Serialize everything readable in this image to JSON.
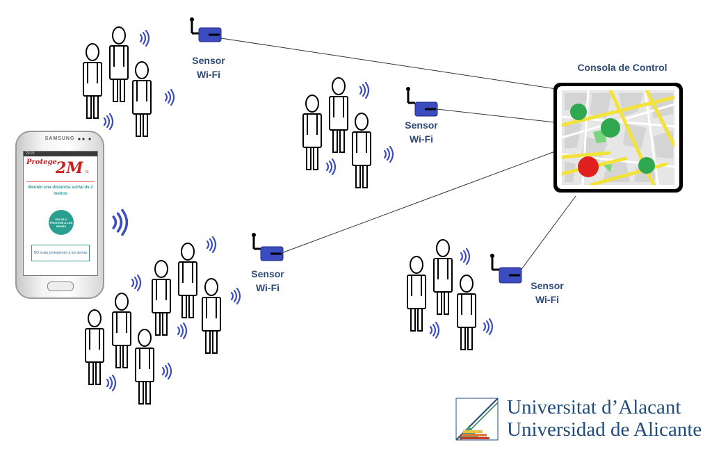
{
  "sensors": [
    {
      "id": "s1",
      "line1": "Sensor",
      "line2": "Wi-Fi"
    },
    {
      "id": "s2",
      "line1": "Sensor",
      "line2": "Wi-Fi"
    },
    {
      "id": "s3",
      "line1": "Sensor",
      "line2": "Wi-Fi"
    },
    {
      "id": "s4",
      "line1": "Sensor",
      "line2": "Wi-Fi"
    }
  ],
  "console": {
    "label": "Consola de Control"
  },
  "phone": {
    "brand": "SAMSUNG",
    "status_time": "20:25",
    "app_name_part1": "Protege",
    "app_name_part2": "2M",
    "app_name_part3": "ts",
    "motto": "Mantén una distancia social de 2 metros",
    "button_text": "PULSA Y PROTEGE A LOS DEMÁS",
    "notice": "NO estás protegiendo a los demás"
  },
  "university": {
    "line1": "Universitat d’Alacant",
    "line2": "Universidad de Alicante"
  },
  "colors": {
    "sensor_body": "#3b4cc0",
    "label_text": "#2e4a7a",
    "marker_green": "#2fa84f",
    "marker_red": "#e01f1f",
    "map_road": "#f2e23a",
    "app_red": "#cc1f1f",
    "app_teal": "#2a9f8f",
    "university_blue": "#214d7c"
  }
}
